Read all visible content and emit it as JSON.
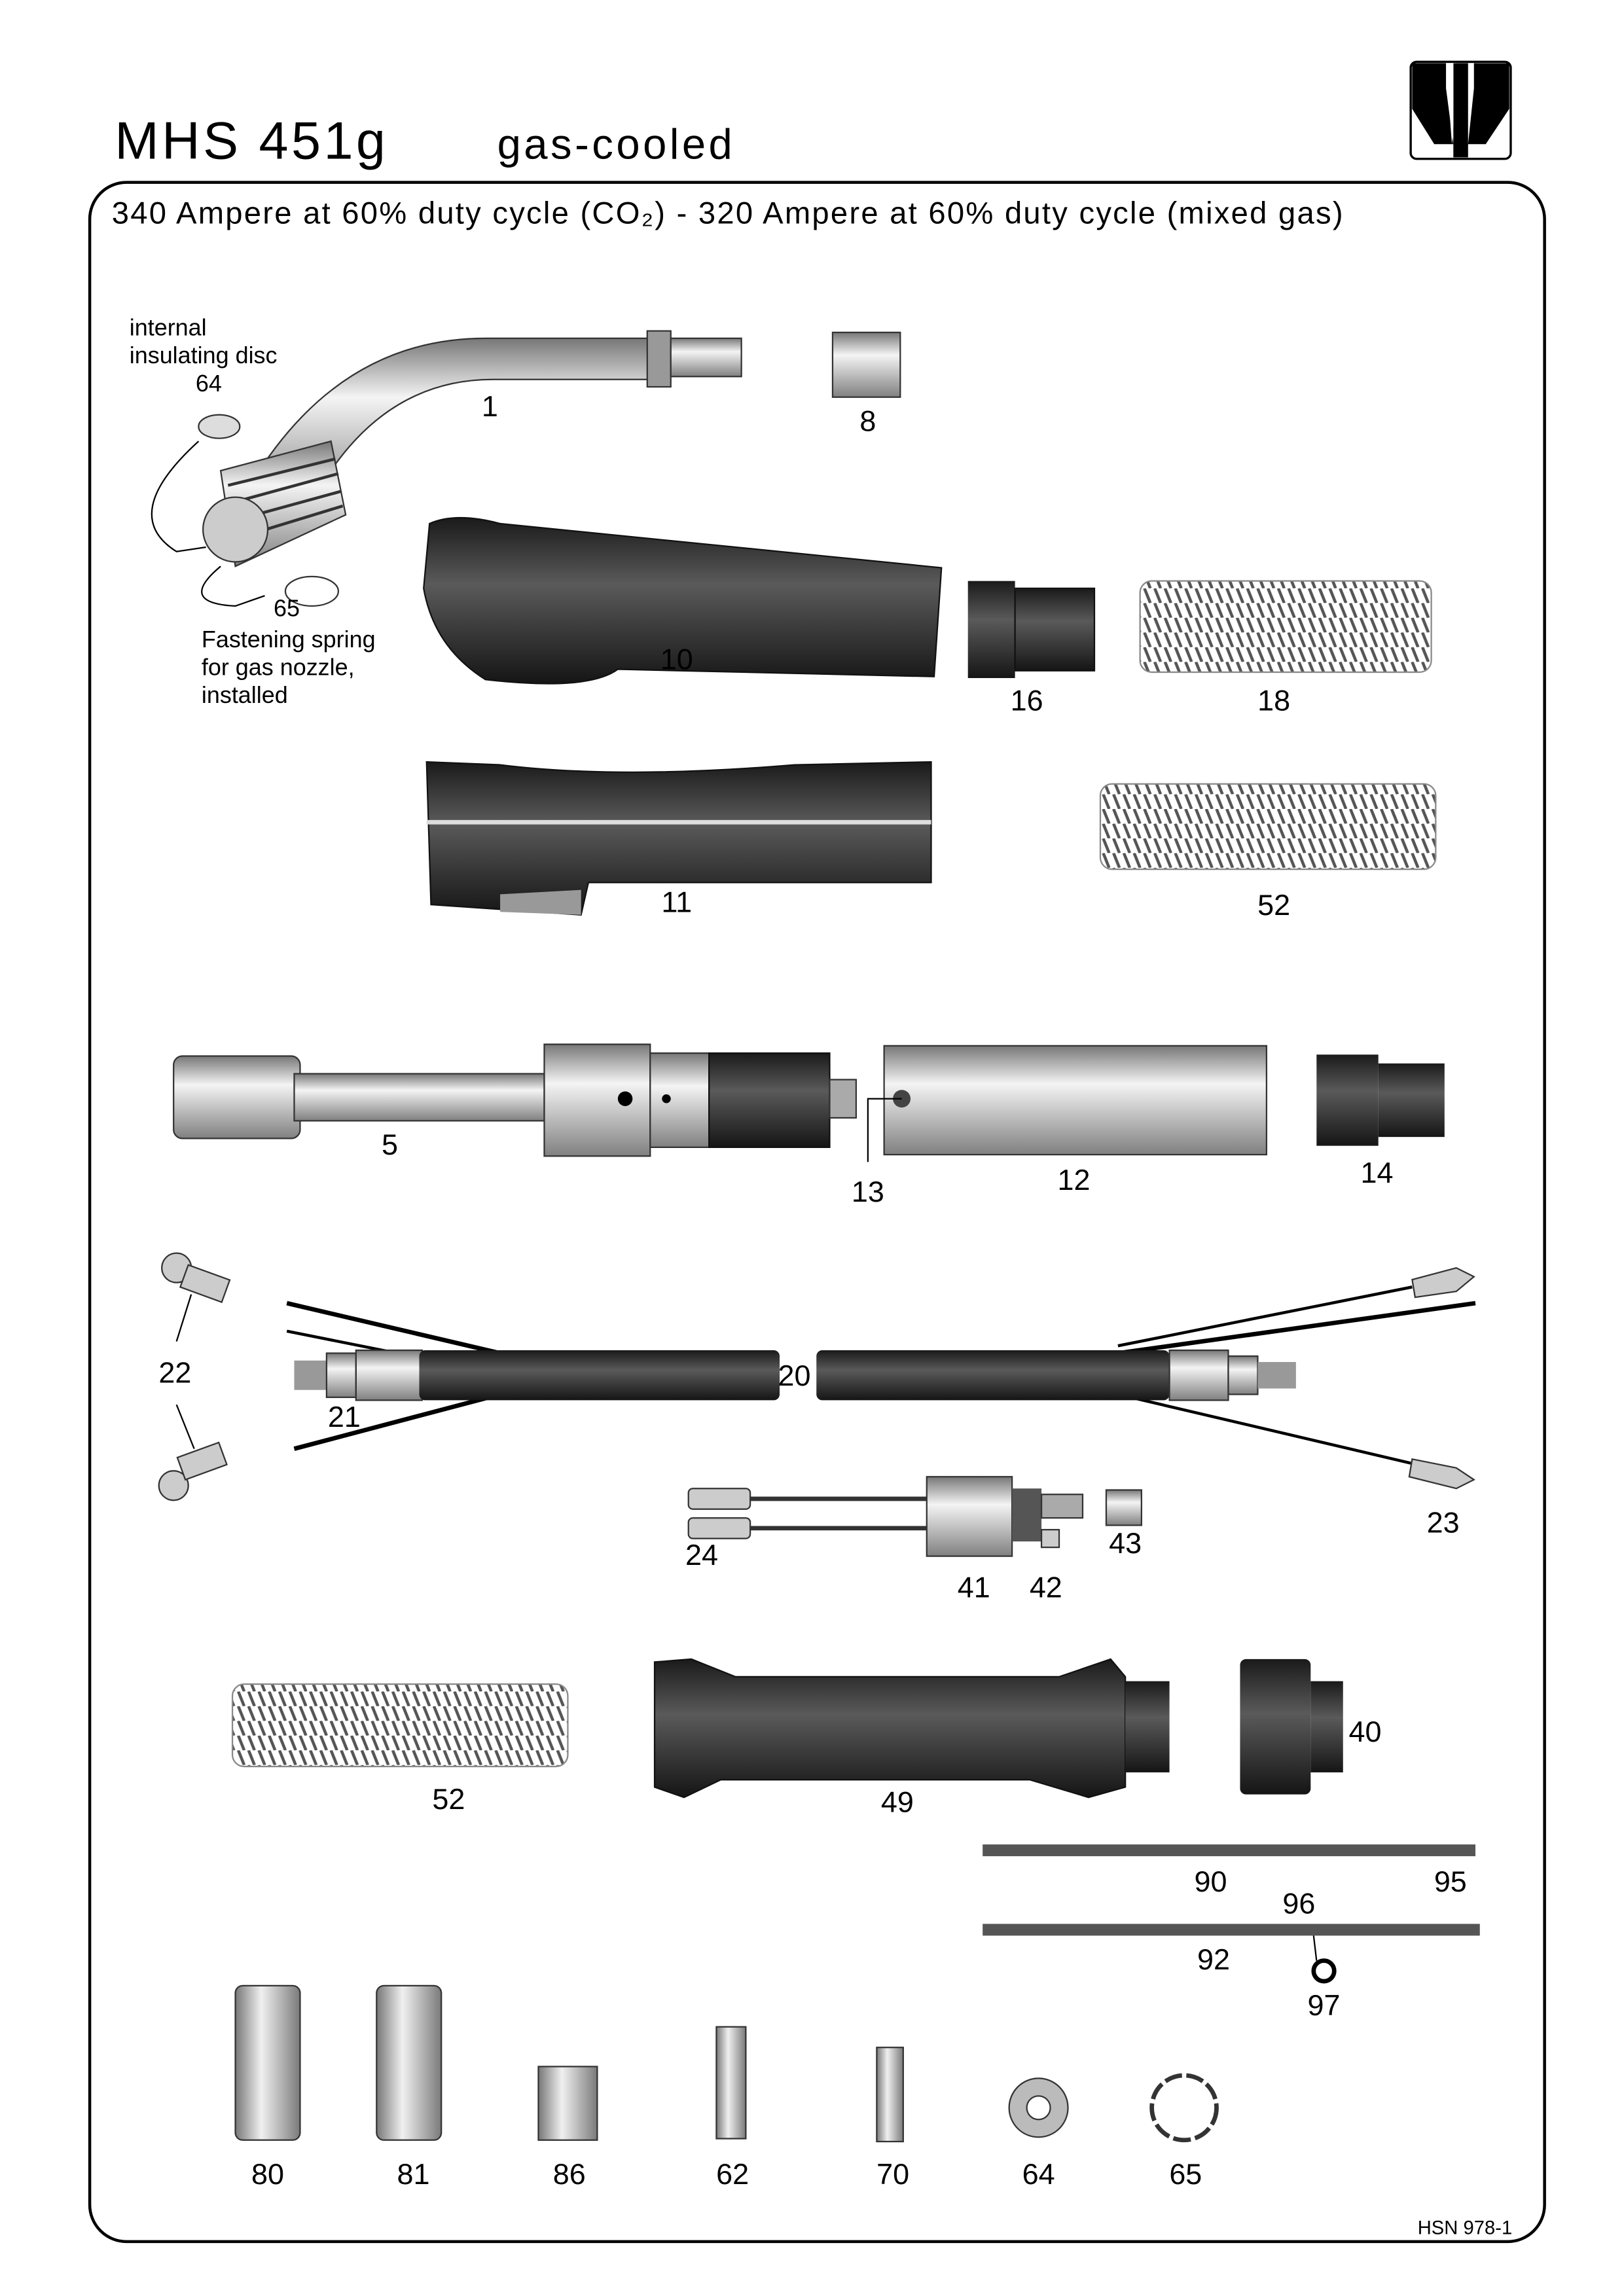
{
  "header": {
    "model": "MHS 451g",
    "cooling": "gas-cooled",
    "rating": "340 Ampere at 60% duty cycle (CO₂) - 320 Ampere at 60% duty cycle (mixed gas)"
  },
  "annotations": {
    "disc_line1": "internal",
    "disc_line2": "insulating disc",
    "disc_num": "64",
    "spring_num": "65",
    "spring_line1": "Fastening spring",
    "spring_line2": "for gas nozzle,",
    "spring_line3": "installed"
  },
  "parts": {
    "p1": "1",
    "p8": "8",
    "p10": "10",
    "p16": "16",
    "p18": "18",
    "p11": "11",
    "p52a": "52",
    "p5": "5",
    "p13": "13",
    "p12": "12",
    "p14": "14",
    "p22": "22",
    "p21": "21",
    "p20": "20",
    "p23": "23",
    "p24": "24",
    "p43": "43",
    "p41": "41",
    "p42": "42",
    "p52b": "52",
    "p49": "49",
    "p40": "40",
    "p90": "90",
    "p95": "95",
    "p96": "96",
    "p92": "92",
    "p97": "97",
    "p80": "80",
    "p81": "81",
    "p86": "86",
    "p62": "62",
    "p70": "70",
    "p64": "64",
    "p65": "65"
  },
  "footer": {
    "doc_id": "HSN 978-1"
  },
  "colors": {
    "dark": "#2a2a2a",
    "metal": "#b8b8b8",
    "frame": "#000000"
  }
}
